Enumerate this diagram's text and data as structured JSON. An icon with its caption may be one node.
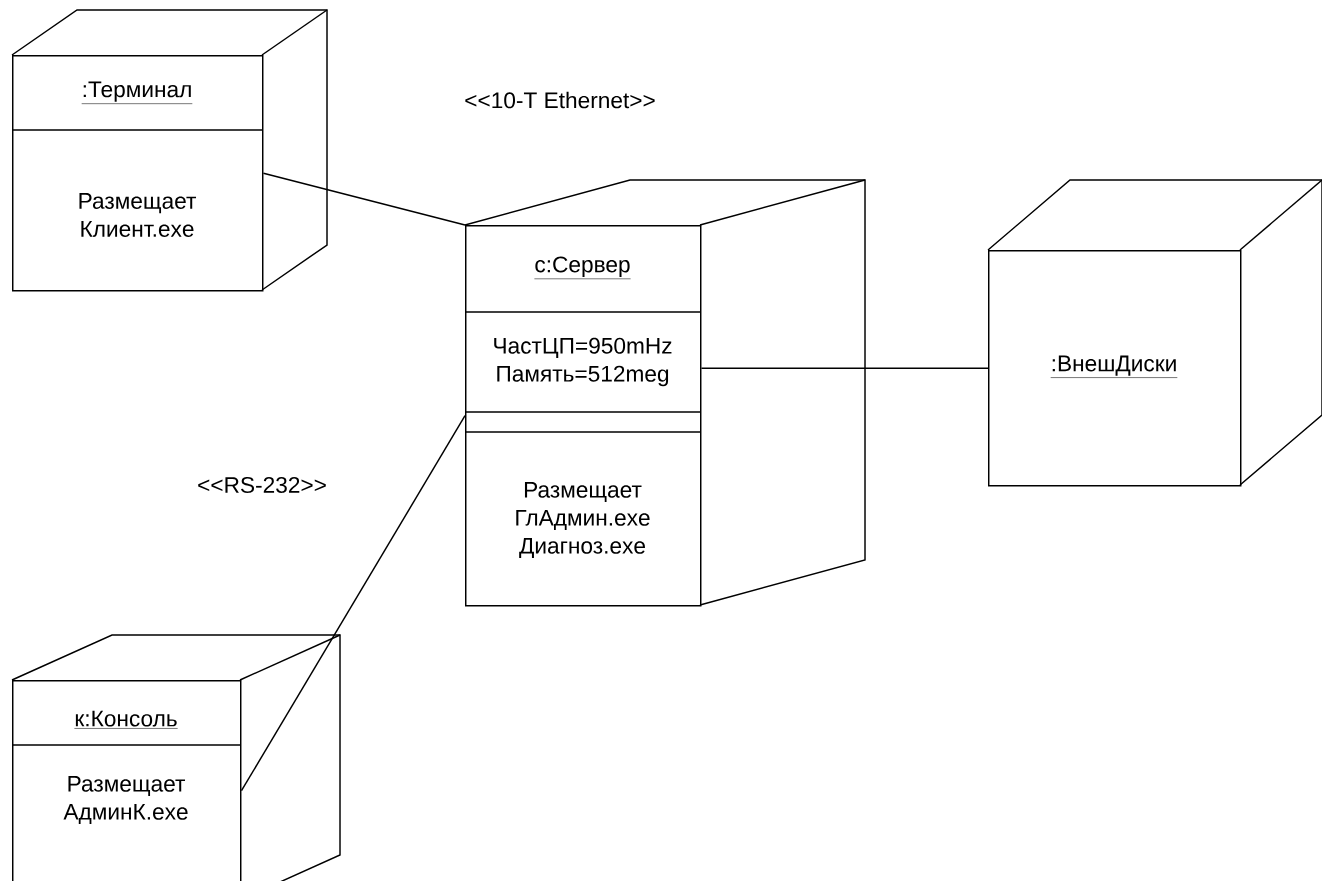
{
  "diagram": {
    "nodes": [
      {
        "text": [
          ":Терминал",
          "Размещает Клиент.exe"
        ]
      },
      {
        "text": [
          "с:Сервер",
          "ЧастЦП=950mHz Память=512meg",
          "Размещает ГлАдмин.exe Диагноз.exe"
        ]
      },
      {
        "text": [
          ":ВнешДиски"
        ]
      },
      {
        "text": [
          "к:Консоль",
          "Размещает АдминК.exe"
        ]
      }
    ],
    "edges": [
      {
        "from": 0,
        "to": 1,
        "arrow": "none",
        "label": "<<10-T Ethernet>>"
      },
      {
        "from": 3,
        "to": 1,
        "arrow": "none",
        "label": "<<RS-232>>"
      },
      {
        "from": 1,
        "to": 2,
        "arrow": "none"
      }
    ]
  }
}
